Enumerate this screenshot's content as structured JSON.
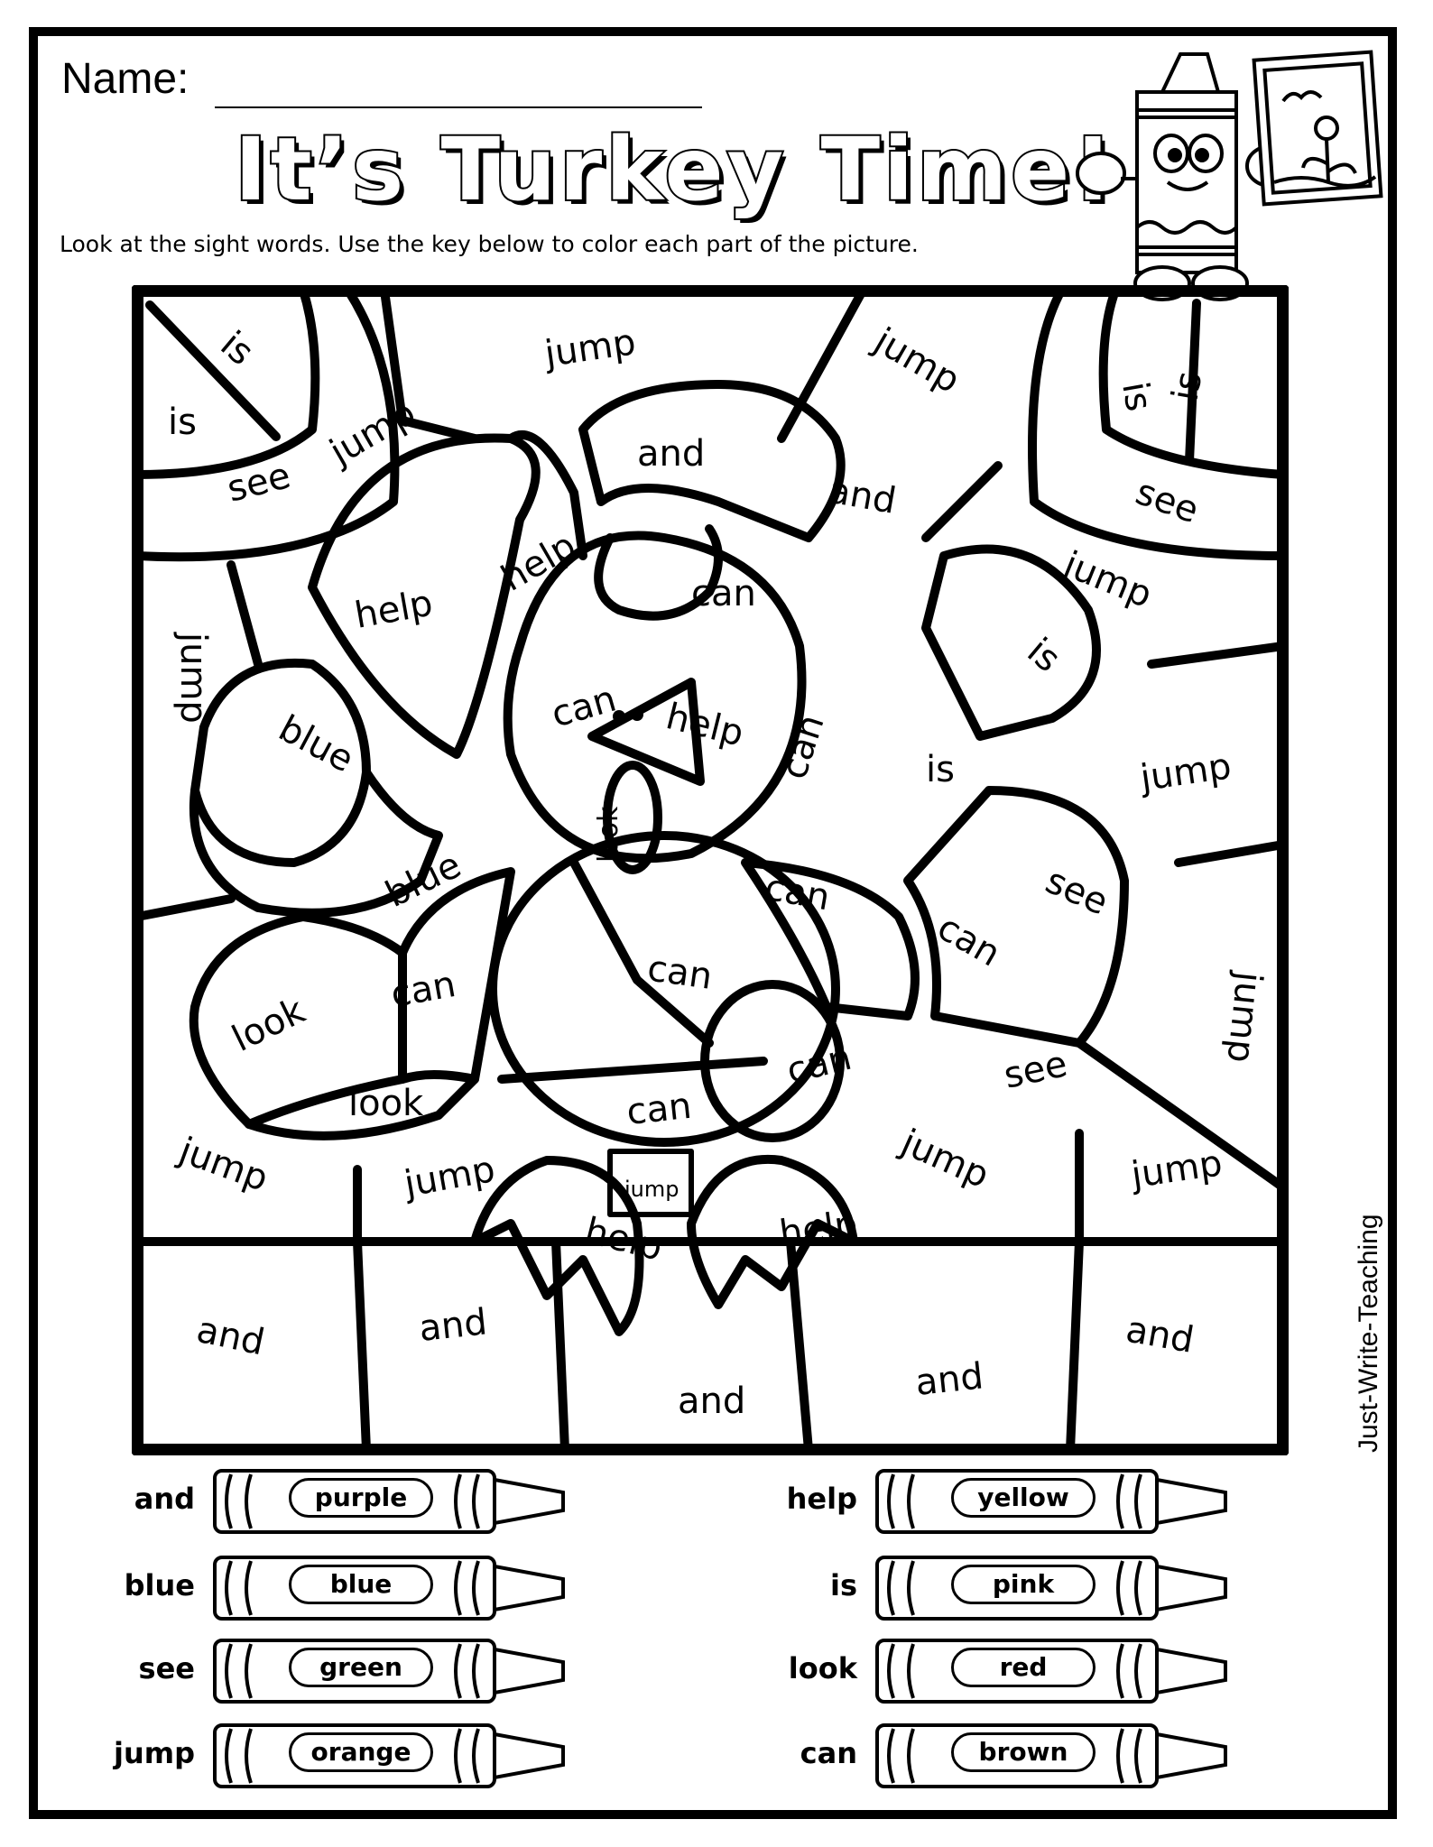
{
  "header": {
    "name_label": "Name:",
    "title": "It’s Turkey Time!",
    "instructions": "Look at the sight words. Use the key below to color each part of the picture."
  },
  "credit": "Just-Write-Teaching",
  "picture": {
    "words": {
      "w01": "is",
      "w02": "is",
      "w03": "see",
      "w04": "jump",
      "w05": "jump",
      "w06": "jump",
      "w07": "is",
      "w08": "is",
      "w09": "see",
      "w10": "and",
      "w11": "and",
      "w12": "help",
      "w13": "help",
      "w14": "can",
      "w15": "jump",
      "w16": "jump",
      "w17": "can",
      "w18": "help",
      "w19": "can",
      "w20": "is",
      "w21": "blue",
      "w22": "is",
      "w23": "jump",
      "w24": "look",
      "w25": "blue",
      "w26": "can",
      "w27": "see",
      "w28": "can",
      "w29": "can",
      "w30": "look",
      "w31": "can",
      "w32": "jump",
      "w33": "can",
      "w34": "look",
      "w35": "see",
      "w36": "can",
      "w37": "jump",
      "w38": "jump",
      "w39": "jump",
      "w40": "jump",
      "w41": "jump",
      "w42": "help",
      "w43": "help",
      "w44": "and",
      "w45": "and",
      "w46": "and",
      "w47": "and",
      "w48": "and"
    }
  },
  "key": [
    {
      "word": "and",
      "color": "purple"
    },
    {
      "word": "blue",
      "color": "blue"
    },
    {
      "word": "see",
      "color": "green"
    },
    {
      "word": "jump",
      "color": "orange"
    },
    {
      "word": "help",
      "color": "yellow"
    },
    {
      "word": "is",
      "color": "pink"
    },
    {
      "word": "look",
      "color": "red"
    },
    {
      "word": "can",
      "color": "brown"
    }
  ]
}
